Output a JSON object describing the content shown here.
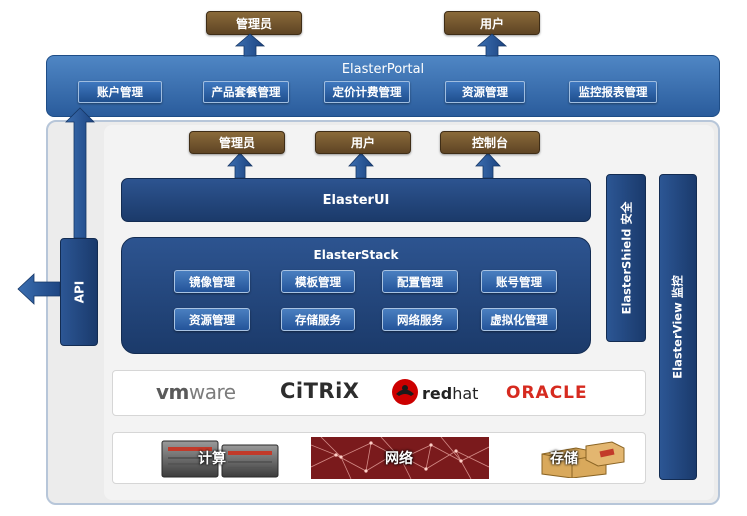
{
  "top_roles": {
    "admin": "管理员",
    "user": "用户"
  },
  "portal": {
    "title": "ElasterPortal",
    "items": [
      "账户管理",
      "产品套餐管理",
      "定价计费管理",
      "资源管理",
      "监控报表管理"
    ]
  },
  "api": {
    "label": "API"
  },
  "inner_roles": {
    "admin": "管理员",
    "user": "用户",
    "console": "控制台"
  },
  "ui": {
    "label": "ElasterUI"
  },
  "stack": {
    "title": "ElasterStack",
    "row1": [
      "镜像管理",
      "模板管理",
      "配置管理",
      "账号管理"
    ],
    "row2": [
      "资源管理",
      "存储服务",
      "网络服务",
      "虚拟化管理"
    ]
  },
  "shield": {
    "label": "ElasterShield 安全"
  },
  "view": {
    "label": "ElasterView 监控"
  },
  "vendors": {
    "vmware_a": "vm",
    "vmware_b": "ware",
    "citrix": "CiTRiX",
    "redhat_a": "red",
    "redhat_b": "hat",
    "oracle": "ORACLE"
  },
  "infra": {
    "compute": "计算",
    "network": "网络",
    "storage": "存储"
  },
  "colors": {
    "navy": "#1b3a6a",
    "portal_blue": "#2a5c9c",
    "brown": "#5e4424",
    "oracle_red": "#d62a1f",
    "network_red": "#7a1a1c"
  }
}
